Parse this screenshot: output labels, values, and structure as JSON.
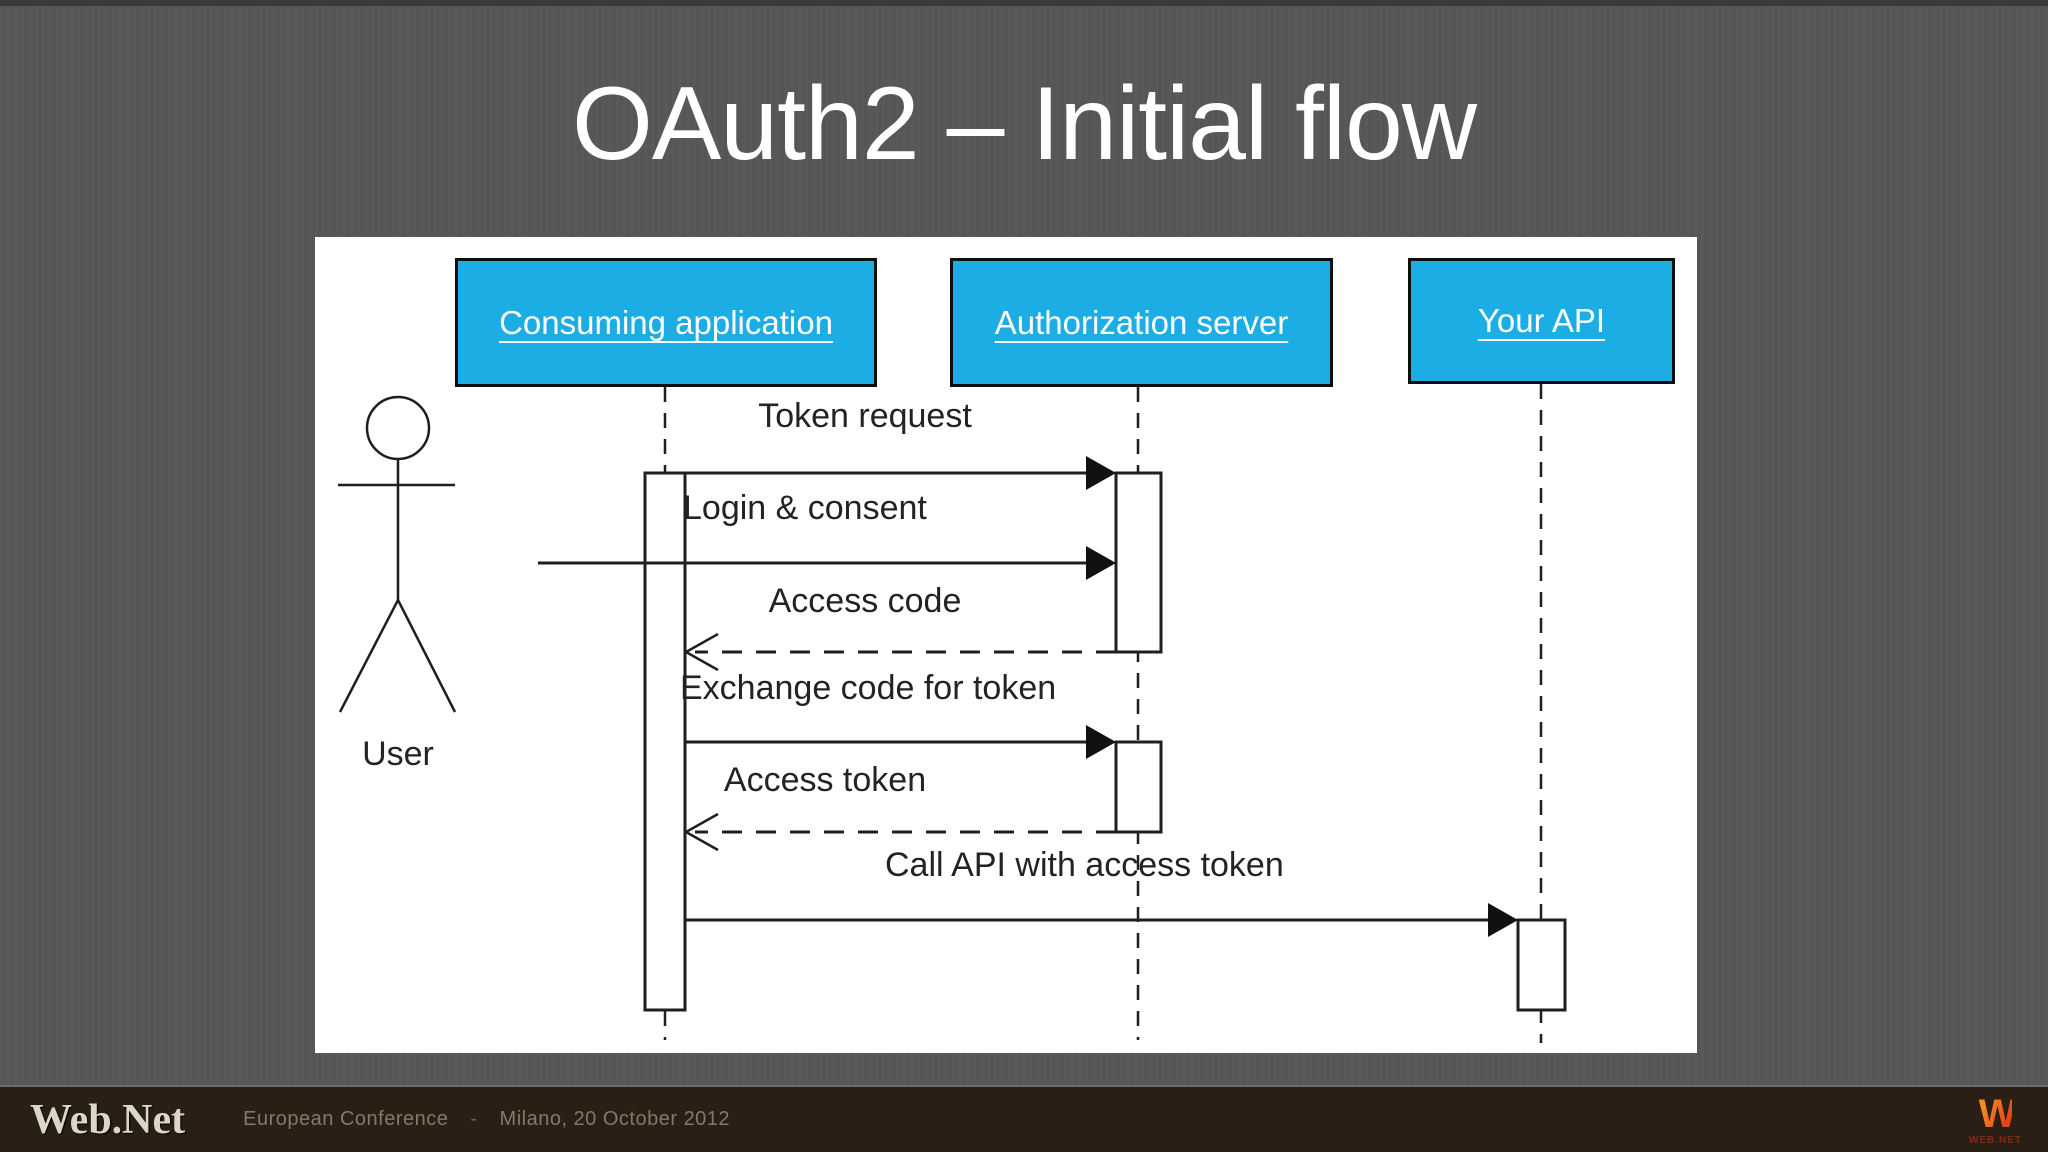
{
  "slide": {
    "title": "OAuth2 – Initial flow"
  },
  "diagram": {
    "type": "uml-sequence",
    "actors": [
      {
        "label": "Consuming application"
      },
      {
        "label": "Authorization server"
      },
      {
        "label": "Your API"
      }
    ],
    "user_label": "User",
    "messages": [
      {
        "label": "Token request",
        "from": "Consuming application",
        "to": "Authorization server",
        "line": "solid"
      },
      {
        "label": "Login & consent",
        "from": "User",
        "to": "Authorization server",
        "line": "solid"
      },
      {
        "label": "Access code",
        "from": "Authorization server",
        "to": "Consuming application",
        "line": "dashed"
      },
      {
        "label": "Exchange code for token",
        "from": "Consuming application",
        "to": "Authorization server",
        "line": "solid"
      },
      {
        "label": "Access token",
        "from": "Authorization server",
        "to": "Consuming application",
        "line": "dashed"
      },
      {
        "label": "Call API with access token",
        "from": "Consuming application",
        "to": "Your API",
        "line": "solid"
      }
    ],
    "colors": {
      "actor_fill": "#1cade5",
      "actor_border": "#0e0e0e",
      "line": "#1f1f1f",
      "panel_background": "#ffffff",
      "slide_background": "#575757"
    }
  },
  "footer": {
    "brand": "Web.Net",
    "event": "European Conference",
    "separator": "-",
    "location_date": "Milano, 20 October 2012",
    "logo_text": "W",
    "logo_caption": "WEB.NET"
  }
}
